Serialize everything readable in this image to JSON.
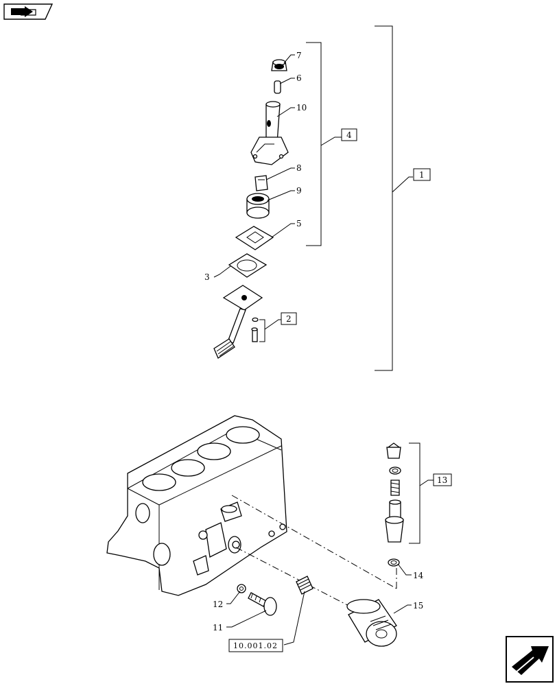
{
  "callouts": {
    "c7": "7",
    "c6": "6",
    "c10": "10",
    "c8": "8",
    "c9": "9",
    "c5": "5",
    "c3": "3",
    "c2": "2",
    "c4": "4",
    "c1": "1",
    "c13": "13",
    "c14": "14",
    "c15": "15",
    "c12": "12",
    "c11": "11"
  },
  "reference": "10.001.02",
  "icons": {
    "top_left": "book-arrow-icon",
    "bottom_right": "next-page-arrow-icon"
  }
}
